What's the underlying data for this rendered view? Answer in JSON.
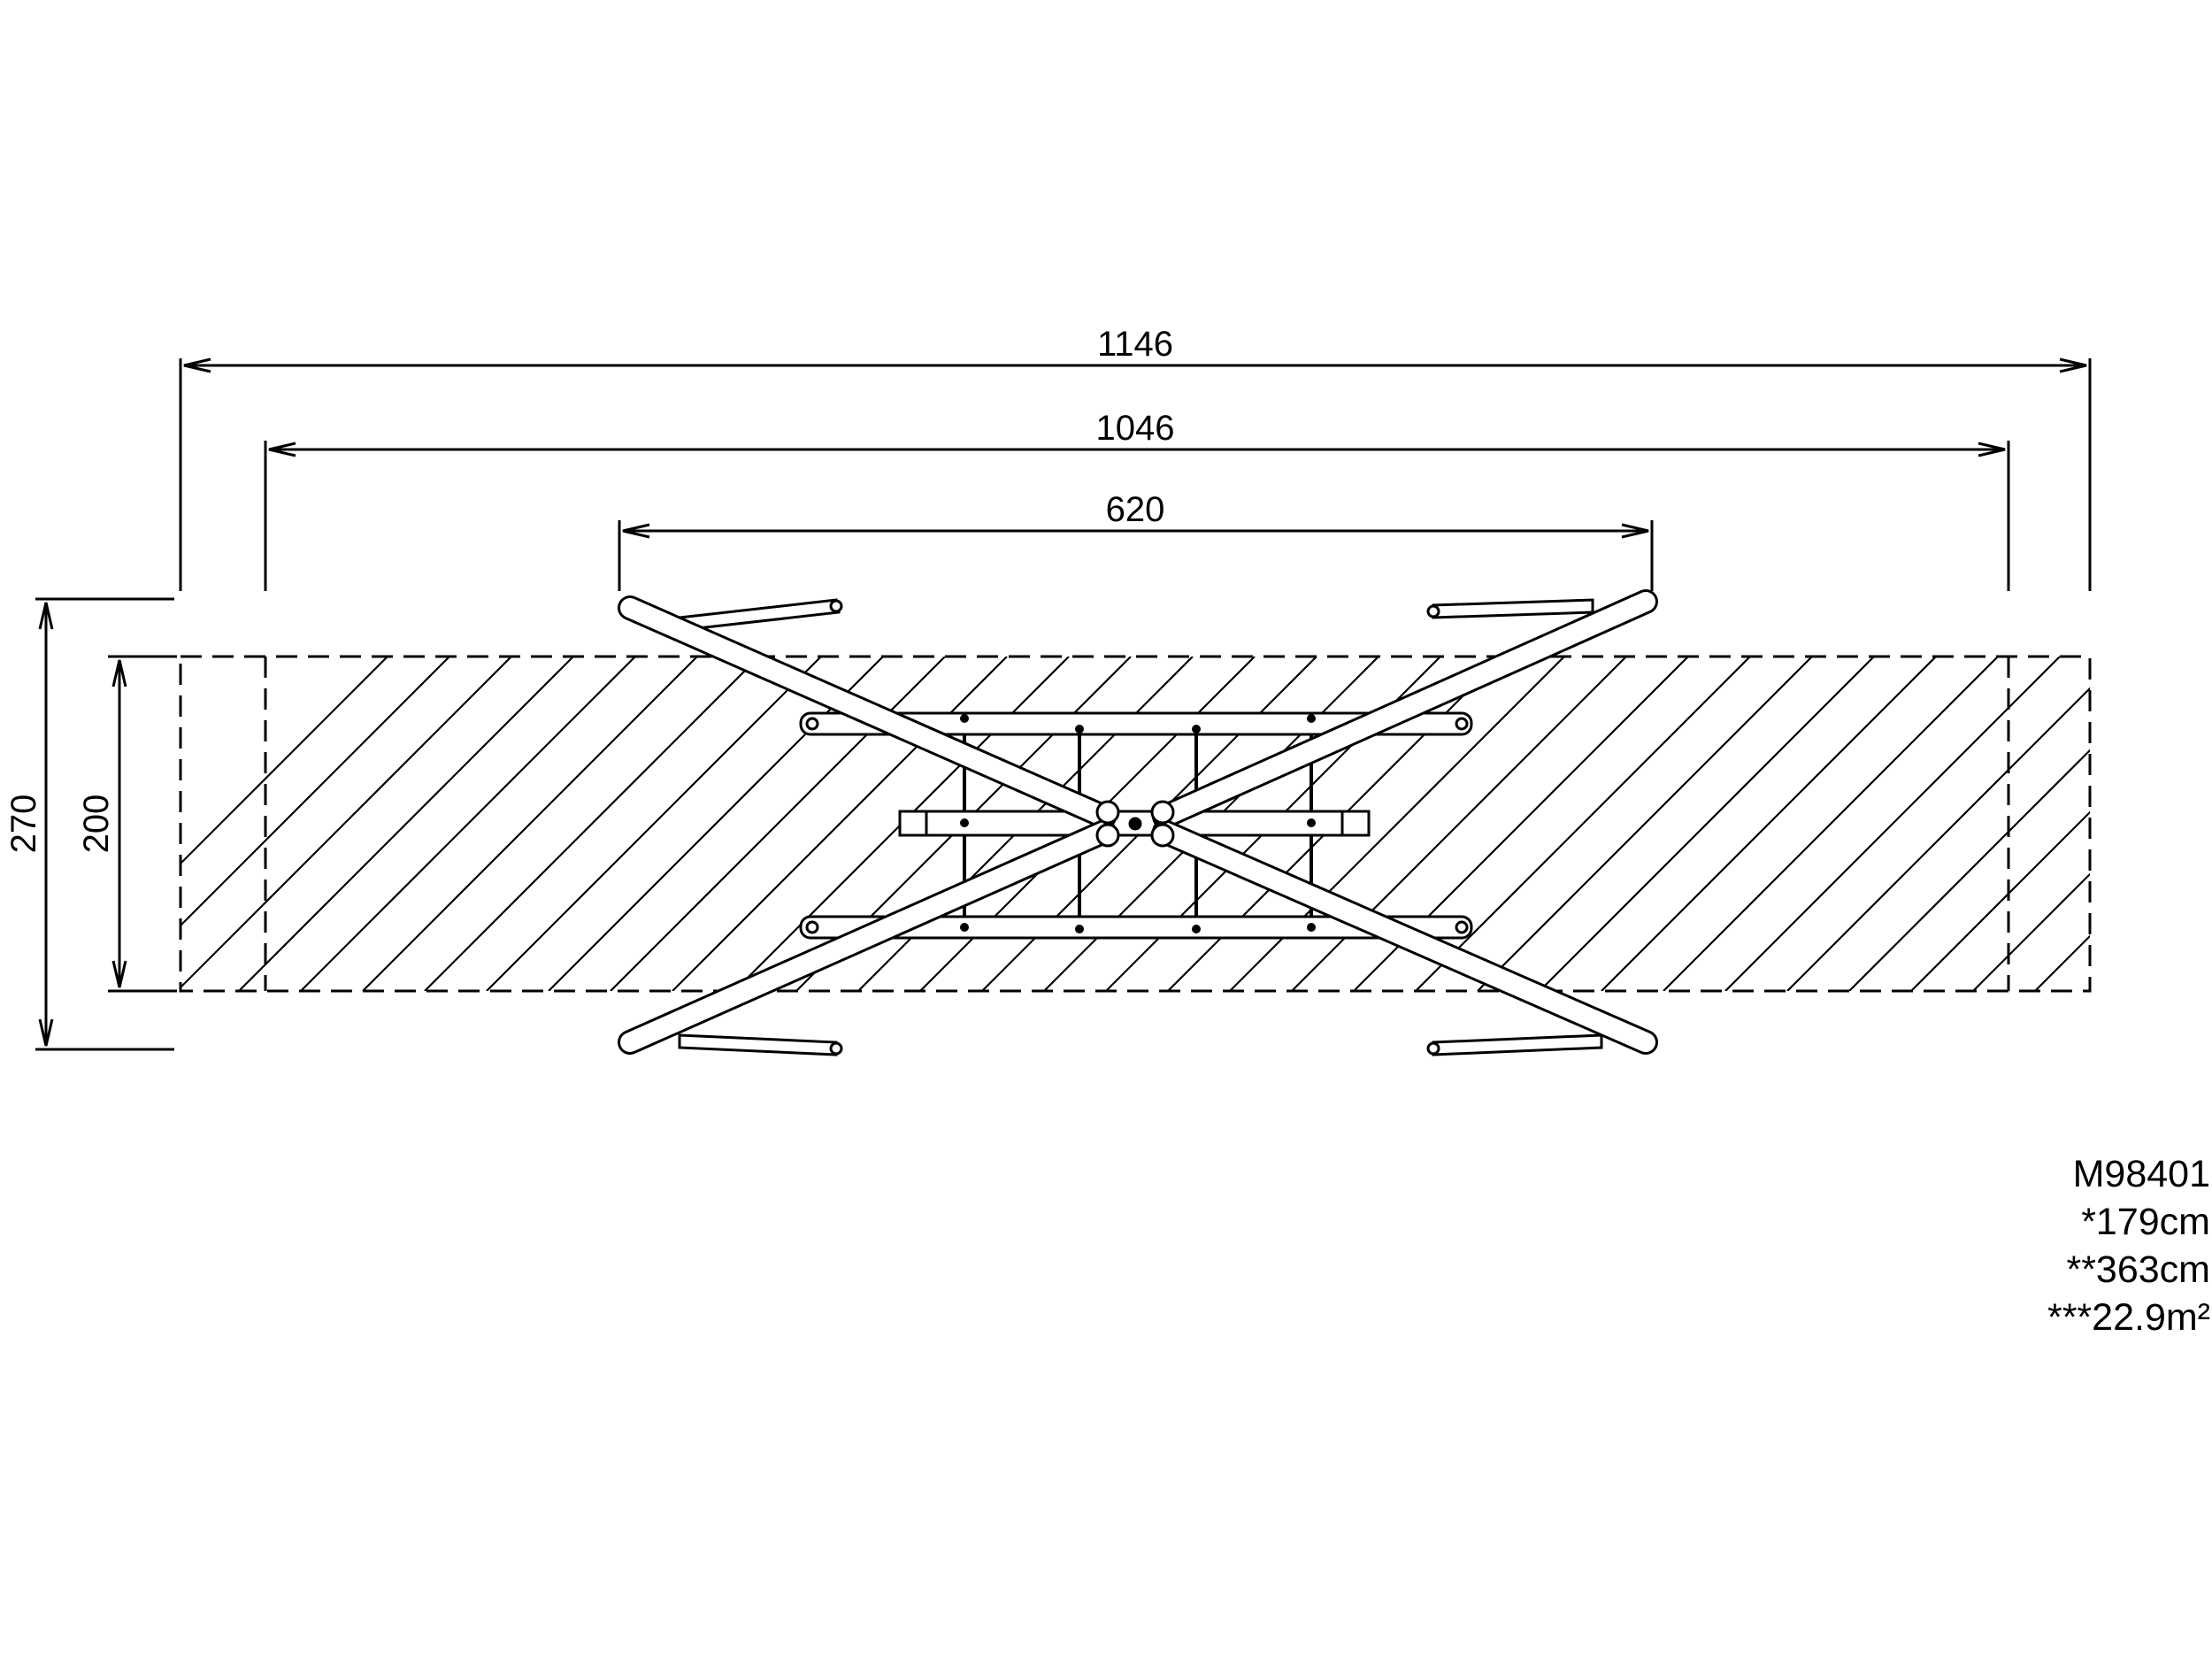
{
  "dimensions": {
    "overall_length": "1146",
    "inner_length": "1046",
    "frame_length": "620",
    "overall_width": "270",
    "inner_width": "200"
  },
  "info": {
    "model": "M98401",
    "height_note": "*179cm",
    "fall_height_note": "**363cm",
    "area_note": "***22.9m²"
  },
  "colors": {
    "line": "#000000",
    "background": "#ffffff"
  }
}
